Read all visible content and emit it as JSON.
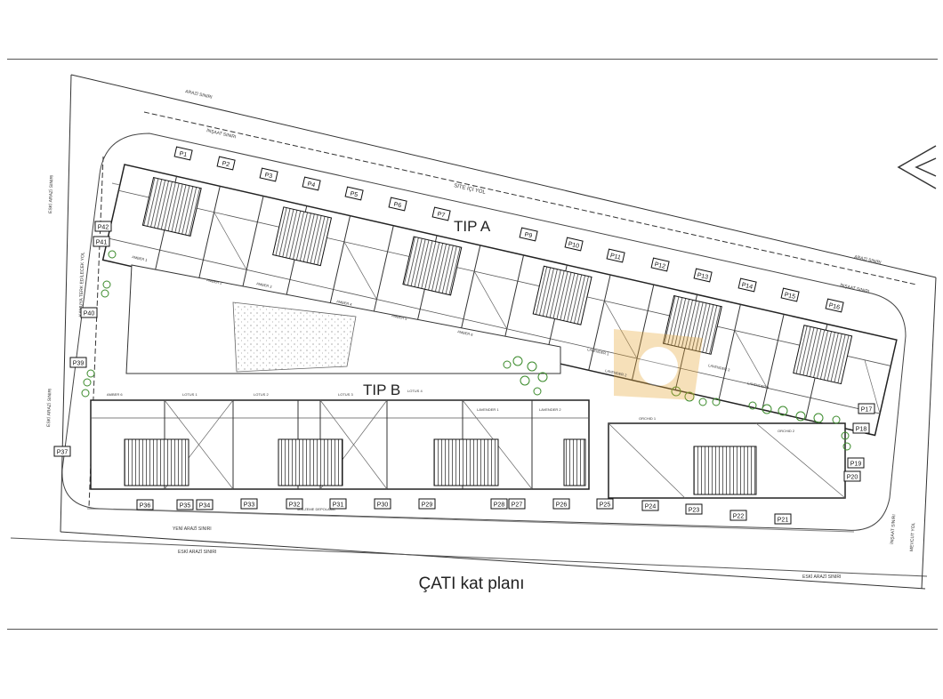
{
  "title": "ÇATI kat planı",
  "block_a_label": "TIP A",
  "block_b_label": "TIP B",
  "site_road_label": "SITE İÇİ YOL",
  "boundary_labels": {
    "top_land": "ARAZİ SINIRI",
    "top_build": "İNŞAAT SINIRI",
    "right_land": "ARAZİ SINIRI",
    "right_build": "İNŞAAT SINIRI",
    "bottom_new": "YENİ ARAZİ SINIRI",
    "bottom_old": "ESKİ ARAZİ SINIRI",
    "bottom_old_right": "ESKİ ARAZİ SINIRI",
    "left_old": "ESKİ ARAZİ SINIRI",
    "left_road": "KAMUYA TERK EDİLECEK YOL",
    "right_road": "MEVCUT YOL",
    "bottom_right_build": "İNŞAAT SINIRI"
  },
  "parking_a": [
    "P1",
    "P2",
    "P3",
    "P4",
    "P5",
    "P6",
    "P7",
    "P9",
    "P10",
    "P11",
    "P12",
    "P13",
    "P14",
    "P15",
    "P16"
  ],
  "parking_right": [
    "P17",
    "P18",
    "P19",
    "P20"
  ],
  "parking_bottom": [
    "P21",
    "P22",
    "P23",
    "P24",
    "P25",
    "P26",
    "P27",
    "P28",
    "P29",
    "P30",
    "P31",
    "P32",
    "P33",
    "P34",
    "P35",
    "P36"
  ],
  "parking_left": [
    "P37",
    "P39",
    "P40",
    "P41",
    "P42"
  ],
  "unit_labels_a": [
    "AMBER 1",
    "AMBER 2",
    "AMBER 3",
    "AMBER 4",
    "AMBER 5",
    "AMBER 6"
  ],
  "unit_labels_b": [
    "AMBER 6",
    "LOTUS 1",
    "LOTUS 2",
    "LOTUS 3",
    "LOTUS 4"
  ],
  "lavender_labels": [
    "LAVENDER 1",
    "LAVENDER 2",
    "LAVENDER 3",
    "LAVENDER 4"
  ],
  "orchid_labels": [
    "ORCHID 1",
    "ORCHID 2"
  ],
  "misc_small": "MALZEME DEPOLAMA",
  "brand_color": "#e8a93a"
}
